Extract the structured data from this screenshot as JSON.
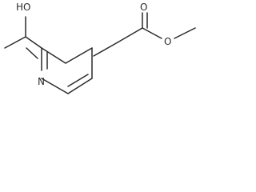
{
  "molecule": {
    "atoms": {
      "hydroxyl": "HO",
      "pyridine_nitrogen": "N",
      "carbonyl_oxygen": "O",
      "ester_oxygen": "O"
    }
  },
  "colors": {
    "bond": "#2a2a2a",
    "atom_text": "#2a2a2a",
    "background": "#ffffff"
  }
}
